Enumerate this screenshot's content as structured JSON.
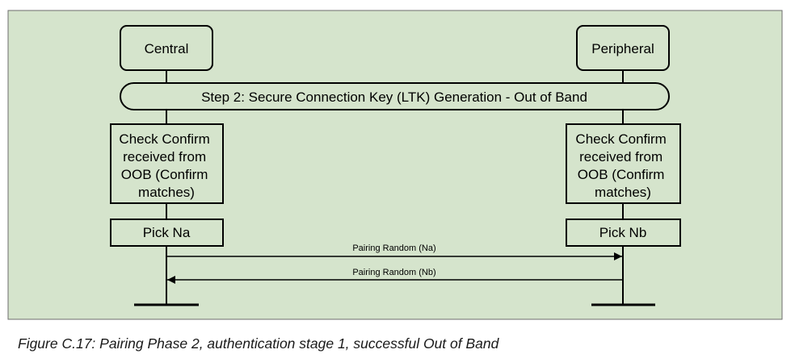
{
  "diagram": {
    "background_color": "#d5e4cc",
    "participants": {
      "central": "Central",
      "peripheral": "Peripheral"
    },
    "step_banner": "Step 2: Secure Connection Key (LTK) Generation - Out of Band",
    "check_central": [
      "Check Confirm",
      "received from",
      "OOB (Confirm",
      "matches)"
    ],
    "check_peripheral": [
      "Check Confirm",
      "received from",
      "OOB (Confirm",
      "matches)"
    ],
    "pick_central": "Pick Na",
    "pick_peripheral": "Pick Nb",
    "messages": [
      {
        "label": "Pairing Random (Na)",
        "direction": "central-to-peripheral"
      },
      {
        "label": "Pairing Random (Nb)",
        "direction": "peripheral-to-central"
      }
    ]
  },
  "caption": "Figure C.17: Pairing Phase 2, authentication stage 1, successful Out of Band"
}
